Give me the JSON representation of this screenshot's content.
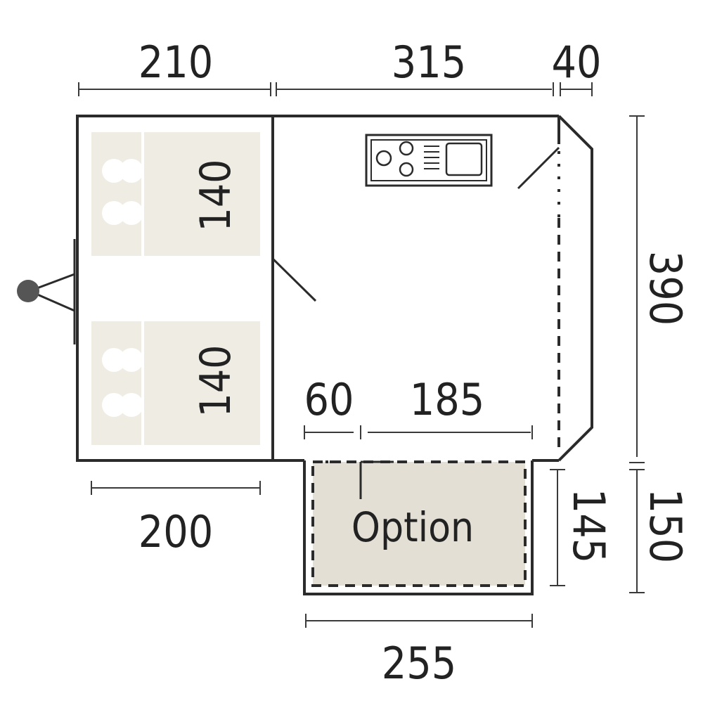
{
  "colors": {
    "line": "#2b2b2b",
    "bed_fill": "#efece4",
    "option_fill": "#e3dfd4",
    "pillow": "#ffffff",
    "hitch": "#555555"
  },
  "dimensions": {
    "top_left_width": "210",
    "top_mid_width": "315",
    "top_right_width": "40",
    "right_total_depth": "390",
    "bottom_left_width": "200",
    "option_offset": "60",
    "option_inner_width": "185",
    "option_depth_inner": "145",
    "option_depth_outer": "150",
    "option_total_width": "255"
  },
  "beds": [
    {
      "width": "140"
    },
    {
      "width": "140"
    }
  ],
  "option_label": "Option",
  "icons": {
    "hitch": "tow-hitch-icon",
    "kitchen": "stove-sink-icon",
    "pillows": "pillow-icon"
  }
}
